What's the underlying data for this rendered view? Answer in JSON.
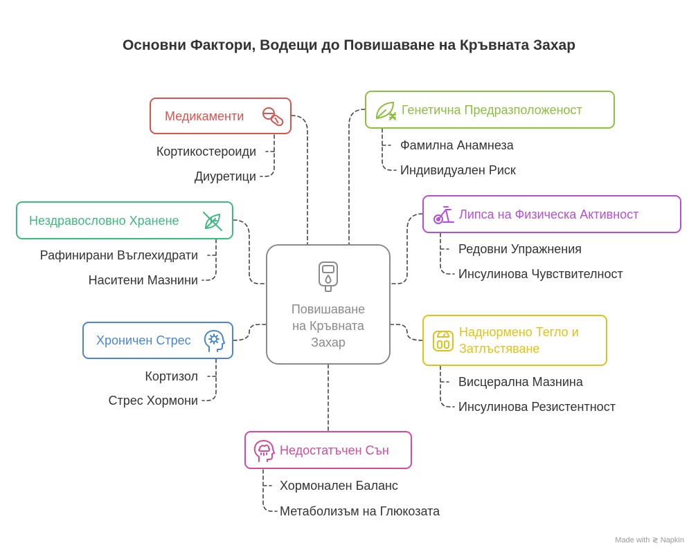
{
  "title": "Основни Фактори, Водещи до Повишаване на Кръвната Захар",
  "center": {
    "line1": "Повишаване",
    "line2": "на Кръвната",
    "line3": "Захар",
    "icon": "glucose-meter-icon",
    "color": "#8a8a8a"
  },
  "factors": {
    "medications": {
      "label": "Медикаменти",
      "color": "#d9534f",
      "icon": "pills-icon",
      "items": [
        "Кортикостероиди",
        "Диуретици"
      ]
    },
    "genetic": {
      "label": "Генетична Предразположеност",
      "color": "#8cbf3f",
      "icon": "dna-leaf-icon",
      "items": [
        "Фамилна Анамнеза",
        "Индивидуален Риск"
      ]
    },
    "unhealthy_diet": {
      "label": "Нездравословно Хранене",
      "color": "#3dbb7f",
      "icon": "no-food-icon",
      "items": [
        "Рафинирани Въглехидрати",
        "Наситени Мазнини"
      ]
    },
    "physical_inactivity": {
      "label": "Липса на Физическа Активност",
      "color": "#b54fd6",
      "icon": "exercise-bike-icon",
      "items": [
        "Редовни Упражнения",
        "Инсулинова Чувствителност"
      ]
    },
    "chronic_stress": {
      "label": "Хроничен Стрес",
      "color": "#4a86d6",
      "icon": "head-gear-icon",
      "items": [
        "Кортизол",
        "Стрес Хормони"
      ]
    },
    "overweight": {
      "label_line1": "Наднормено Тегло и",
      "label_line2": "Затлъстяване",
      "color": "#e0c21a",
      "icon": "scale-icon",
      "items": [
        "Висцерална Мазнина",
        "Инсулинова Резистентност"
      ]
    },
    "insufficient_sleep": {
      "label": "Недостатъчен Сън",
      "color": "#d9489a",
      "icon": "sleep-head-icon",
      "items": [
        "Хормонален Баланс",
        "Метаболизъм на Глюкозата"
      ]
    }
  },
  "watermark": "Made with ≷ Napkin"
}
